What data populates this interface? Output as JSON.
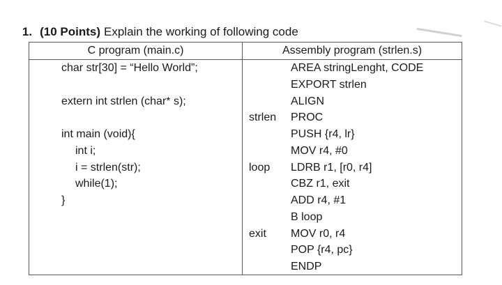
{
  "heading": {
    "number": "1.",
    "points": "(10 Points)",
    "text": "Explain the working of following code"
  },
  "table": {
    "headers": [
      "C program (main.c)",
      "Assembly program (strlen.s)"
    ],
    "c_program": {
      "lines": [
        {
          "indent": 0,
          "text": "char str[30] = “Hello World”;"
        },
        {
          "indent": 0,
          "text": ""
        },
        {
          "indent": 0,
          "text": "extern int strlen (char* s);"
        },
        {
          "indent": 0,
          "text": ""
        },
        {
          "indent": 0,
          "text": "int main (void){"
        },
        {
          "indent": 1,
          "text": "int i;"
        },
        {
          "indent": 1,
          "text": "i = strlen(str);"
        },
        {
          "indent": 1,
          "text": "while(1);"
        },
        {
          "indent": 0,
          "text": "}"
        }
      ]
    },
    "assembly_program": {
      "lines": [
        {
          "label": "",
          "instruction": "AREA stringLenght, CODE"
        },
        {
          "label": "",
          "instruction": "EXPORT strlen"
        },
        {
          "label": "",
          "instruction": "ALIGN"
        },
        {
          "label": "strlen",
          "instruction": "PROC"
        },
        {
          "label": "",
          "instruction": "PUSH {r4, lr}"
        },
        {
          "label": "",
          "instruction": "MOV r4, #0"
        },
        {
          "label": "loop",
          "instruction": "LDRB r1, [r0, r4]"
        },
        {
          "label": "",
          "instruction": "CBZ r1, exit"
        },
        {
          "label": "",
          "instruction": "ADD r4, #1"
        },
        {
          "label": "",
          "instruction": "B loop"
        },
        {
          "label": "exit",
          "instruction": "MOV r0, r4"
        },
        {
          "label": "",
          "instruction": "POP {r4, pc}"
        },
        {
          "label": "",
          "instruction": "ENDP"
        }
      ]
    }
  },
  "colors": {
    "text": "#1a1a1a",
    "border": "#595959",
    "background": "#ffffff"
  }
}
